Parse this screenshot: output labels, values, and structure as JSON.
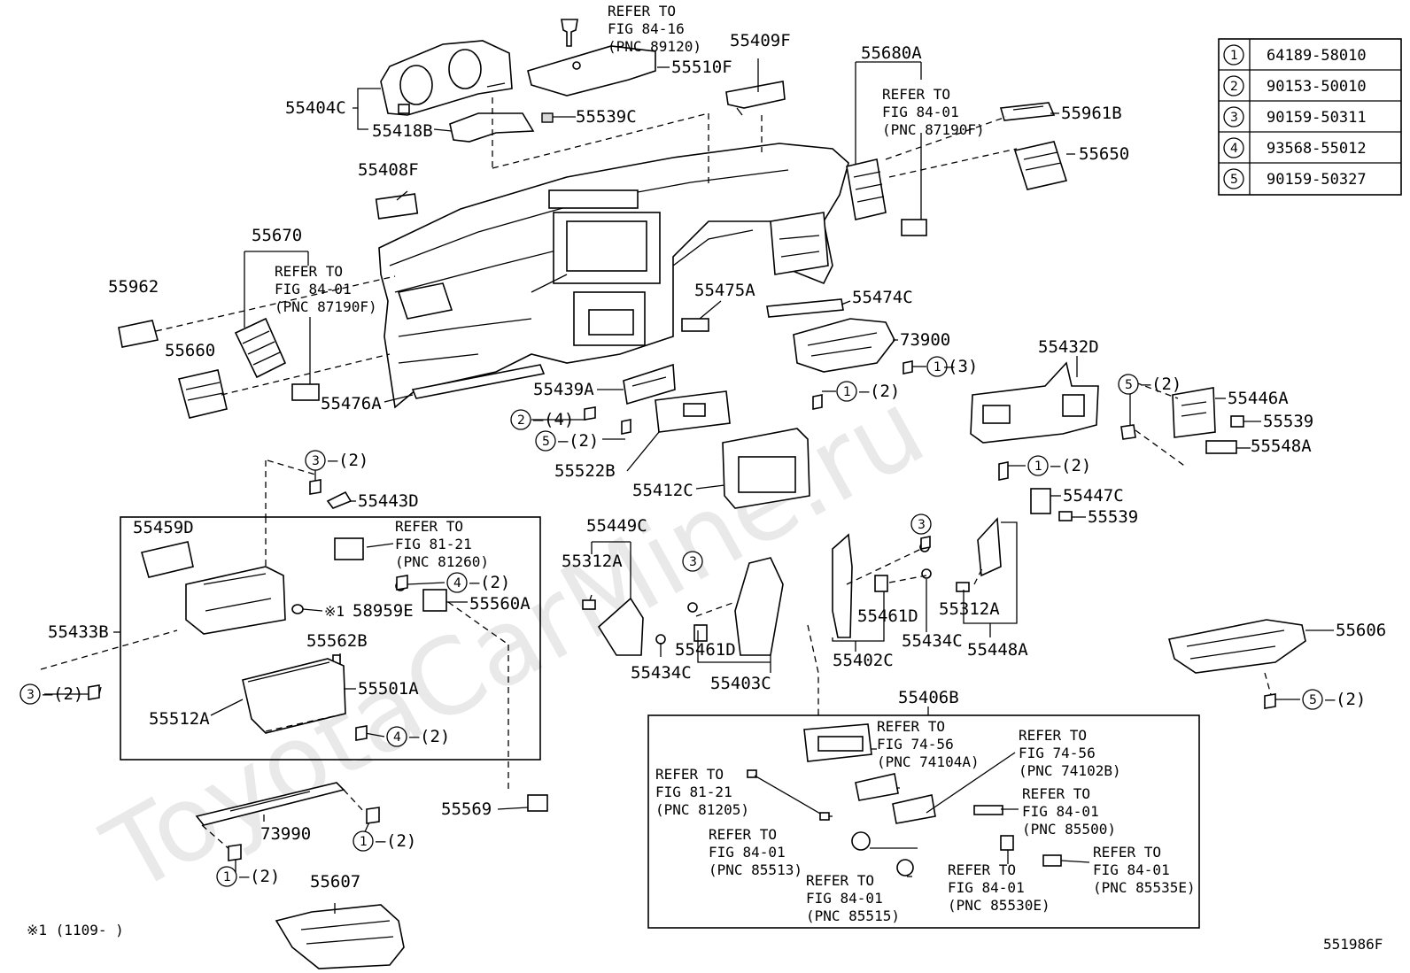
{
  "watermark": "ToyotaCarMine.ru",
  "figure_code": "551986F",
  "footnote": "※1 (1109-     )",
  "parts_table": [
    {
      "ref": "1",
      "part_no": "64189-58010"
    },
    {
      "ref": "2",
      "part_no": "90153-50010"
    },
    {
      "ref": "3",
      "part_no": "90159-50311"
    },
    {
      "ref": "4",
      "part_no": "93568-55012"
    },
    {
      "ref": "5",
      "part_no": "90159-50327"
    }
  ],
  "labels": {
    "p55404C": "55404C",
    "p55418B": "55418B",
    "p55510F": "55510F",
    "p55539C": "55539C",
    "p55409F": "55409F",
    "p55680A": "55680A",
    "p55961B": "55961B",
    "p55650": "55650",
    "p55408F": "55408F",
    "p55670": "55670",
    "p55962": "55962",
    "p55660": "55660",
    "p55476A": "55476A",
    "p55475A": "55475A",
    "p55474C": "55474C",
    "p73900": "73900",
    "p55432D": "55432D",
    "p55446A": "55446A",
    "p55539a": "55539",
    "p55548A": "55548A",
    "p55439A": "55439A",
    "p55522B": "55522B",
    "p55412C": "55412C",
    "p55443D": "55443D",
    "p55447C": "55447C",
    "p55539b": "55539",
    "p55459D": "55459D",
    "p55560A": "55560A",
    "p58959E": "58959E",
    "p55433B": "55433B",
    "p55562B": "55562B",
    "p55501A": "55501A",
    "p55512A": "55512A",
    "p55449C": "55449C",
    "p55312Aa": "55312A",
    "p55461Da": "55461D",
    "p55434Ca": "55434C",
    "p55403C": "55403C",
    "p55402C": "55402C",
    "p55461Db": "55461D",
    "p55434Cb": "55434C",
    "p55312Ab": "55312A",
    "p55448A": "55448A",
    "p55606": "55606",
    "p55406B": "55406B",
    "p55569": "55569",
    "p73990": "73990",
    "p55607": "55607",
    "mark1": "※1"
  },
  "qty": {
    "q1_3": "(3)",
    "q1_2a": "(2)",
    "q2_4": "(4)",
    "q5_2a": "(2)",
    "q5_2b": "(2)",
    "q1_2b": "(2)",
    "q3_2a": "(2)",
    "q4_2a": "(2)",
    "q3_2b": "(2)",
    "q4_2b": "(2)",
    "q5_2c": "(2)",
    "q1_2c": "(2)",
    "q1_2d": "(2)"
  },
  "refs": {
    "r1": [
      "REFER TO",
      "FIG 84-16",
      "(PNC 89120)"
    ],
    "r2": [
      "REFER TO",
      "FIG 84-01",
      "(PNC 87190F)"
    ],
    "r3": [
      "REFER TO",
      "FIG 84-01",
      "(PNC 87190F)"
    ],
    "r4": [
      "REFER TO",
      "FIG 81-21",
      "(PNC 81260)"
    ],
    "r5": [
      "REFER TO",
      "FIG 74-56",
      "(PNC 74104A)"
    ],
    "r6": [
      "REFER TO",
      "FIG 74-56",
      "(PNC 74102B)"
    ],
    "r7": [
      "REFER TO",
      "FIG 81-21",
      "(PNC 81205)"
    ],
    "r8": [
      "REFER TO",
      "FIG 84-01",
      "(PNC 85500)"
    ],
    "r9": [
      "REFER TO",
      "FIG 84-01",
      "(PNC 85513)"
    ],
    "r10": [
      "REFER TO",
      "FIG 84-01",
      "(PNC 85515)"
    ],
    "r11": [
      "REFER TO",
      "FIG 84-01",
      "(PNC 85530E)"
    ],
    "r12": [
      "REFER TO",
      "FIG 84-01",
      "(PNC 85535E)"
    ]
  }
}
